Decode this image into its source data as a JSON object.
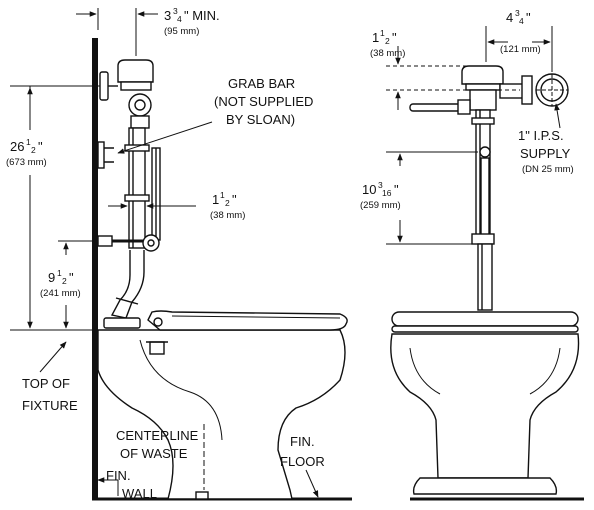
{
  "left_view": {
    "min_dim": {
      "whole": "3",
      "num": "3",
      "den": "4",
      "suffix": "\" MIN.",
      "metric": "(95 mm)"
    },
    "grab_bar": {
      "line1": "GRAB BAR",
      "line2": "(NOT SUPPLIED",
      "line3": "BY SLOAN)"
    },
    "dim_26": {
      "whole": "26",
      "num": "1",
      "den": "2",
      "inch": "\"",
      "metric": "(673 mm)"
    },
    "dim_1_5": {
      "whole": "1",
      "num": "1",
      "den": "2",
      "inch": "\"",
      "metric": "(38 mm)"
    },
    "dim_9": {
      "whole": "9",
      "num": "1",
      "den": "2",
      "inch": "\"",
      "metric": "(241 mm)"
    },
    "top_of_fixture": {
      "line1": "TOP OF",
      "line2": "FIXTURE"
    },
    "centerline": {
      "line1": "CENTERLINE",
      "line2": "OF WASTE"
    },
    "fin_wall": {
      "line1": "FIN.",
      "line2": "WALL"
    },
    "fin_floor": {
      "line1": "FIN.",
      "line2": "FLOOR"
    }
  },
  "right_view": {
    "dim_1_5": {
      "whole": "1",
      "num": "1",
      "den": "2",
      "inch": "\"",
      "metric": "(38 mm)"
    },
    "dim_4_75": {
      "whole": "4",
      "num": "3",
      "den": "4",
      "inch": "\"",
      "metric": "(121 mm)"
    },
    "supply": {
      "line1": "1\" I.P.S.",
      "line2": "SUPPLY",
      "line3": "(DN 25 mm)"
    },
    "dim_10": {
      "whole": "10",
      "num": "3",
      "den": "16",
      "inch": "\"",
      "metric": "(259 mm)"
    }
  }
}
